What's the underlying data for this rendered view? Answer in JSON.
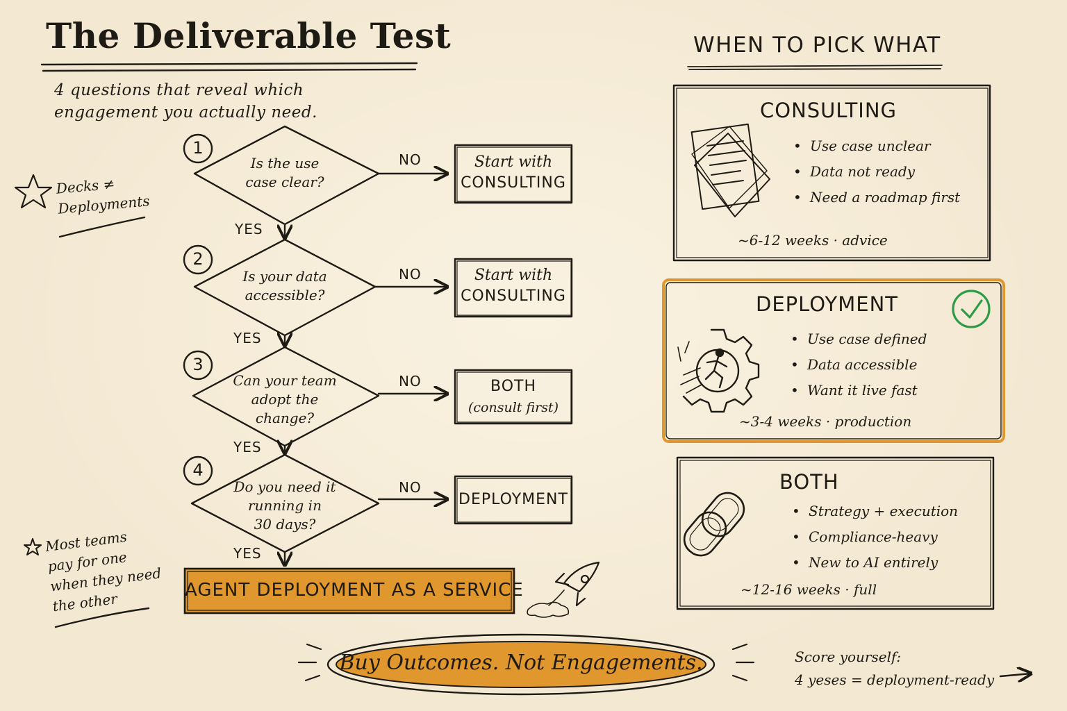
{
  "title": "The Deliverable Test",
  "subtitle": [
    "4 questions that reveal which",
    "engagement you actually need."
  ],
  "side_note_1": {
    "line1": "Decks ≠",
    "line2": "Deployments",
    "icon": "star-icon"
  },
  "side_note_2": {
    "lines": [
      "Most teams",
      "pay for one",
      "when they need",
      "the other"
    ],
    "icon": "star-icon"
  },
  "flow": {
    "questions": [
      {
        "num": "1",
        "lines": [
          "Is the use",
          "case clear?"
        ],
        "no_label": "NO",
        "yes_label": "YES",
        "result": [
          "Start with",
          "CONSULTING"
        ]
      },
      {
        "num": "2",
        "lines": [
          "Is your data",
          "accessible?"
        ],
        "no_label": "NO",
        "yes_label": "YES",
        "result": [
          "Start with",
          "CONSULTING"
        ]
      },
      {
        "num": "3",
        "lines": [
          "Can your team",
          "adopt the",
          "change?"
        ],
        "no_label": "NO",
        "yes_label": "YES",
        "result": [
          "BOTH",
          "(consult first)"
        ]
      },
      {
        "num": "4",
        "lines": [
          "Do you need it",
          "running in",
          "30 days?"
        ],
        "no_label": "NO",
        "yes_label": "YES",
        "result": [
          "DEPLOYMENT"
        ]
      }
    ],
    "final": "AGENT DEPLOYMENT AS A SERVICE"
  },
  "right": {
    "heading": "WHEN TO PICK WHAT",
    "cards": [
      {
        "title": "CONSULTING",
        "icon": "documents-icon",
        "bullets": [
          "Use case unclear",
          "Data not ready",
          "Need a roadmap first"
        ],
        "footer": "~6-12 weeks  ·  advice"
      },
      {
        "title": "DEPLOYMENT",
        "icon": "gear-runner-icon",
        "bullets": [
          "Use case defined",
          "Data accessible",
          "Want it live fast"
        ],
        "footer": "~3-4 weeks  ·  production",
        "highlight": true
      },
      {
        "title": "BOTH",
        "icon": "chain-link-icon",
        "bullets": [
          "Strategy + execution",
          "Compliance-heavy",
          "New to AI entirely"
        ],
        "footer": "~12-16 weeks  ·  full"
      }
    ]
  },
  "slogan": "Buy Outcomes. Not Engagements.",
  "score": {
    "line1": "Score yourself:",
    "line2": "4 yeses = deployment-ready"
  },
  "colors": {
    "ink": "#1e1a14",
    "paper": "#f3e8d2",
    "accent": "#e0972e",
    "check": "#2e9a47"
  }
}
